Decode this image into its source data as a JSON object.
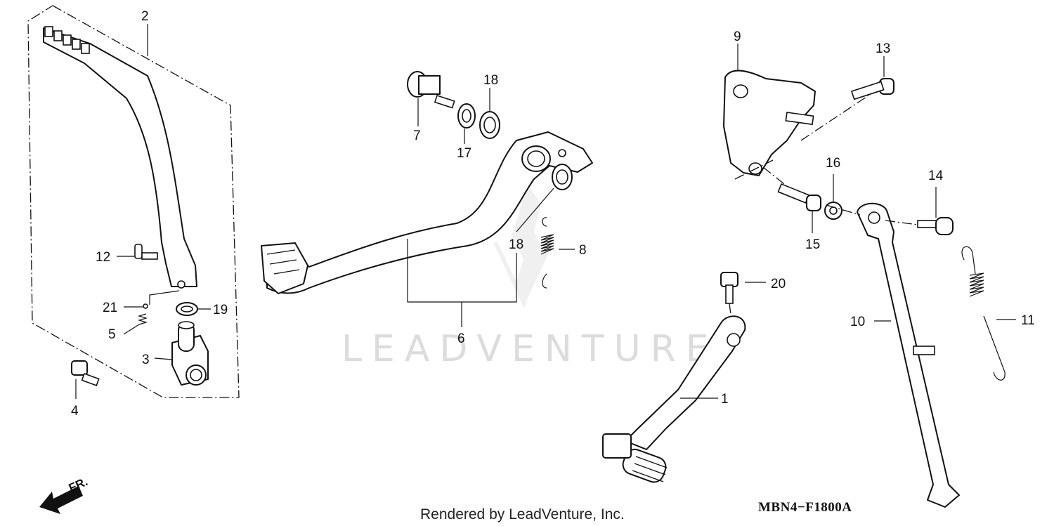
{
  "watermark": "LEADVENTURE",
  "footer": {
    "credit": "Rendered by LeadVenture, Inc.",
    "diagram_code": "MBN4−F1800A"
  },
  "orientation": {
    "label": "FR.",
    "icon": "front-direction-arrow-icon"
  },
  "callouts": {
    "c1": "1",
    "c2": "2",
    "c3": "3",
    "c4": "4",
    "c5": "5",
    "c6": "6",
    "c7": "7",
    "c8": "8",
    "c9": "9",
    "c10": "10",
    "c11": "11",
    "c12": "12",
    "c13": "13",
    "c14": "14",
    "c15": "15",
    "c16": "16",
    "c17": "17",
    "c18a": "18",
    "c18b": "18",
    "c19": "19",
    "c20": "20",
    "c21": "21"
  }
}
